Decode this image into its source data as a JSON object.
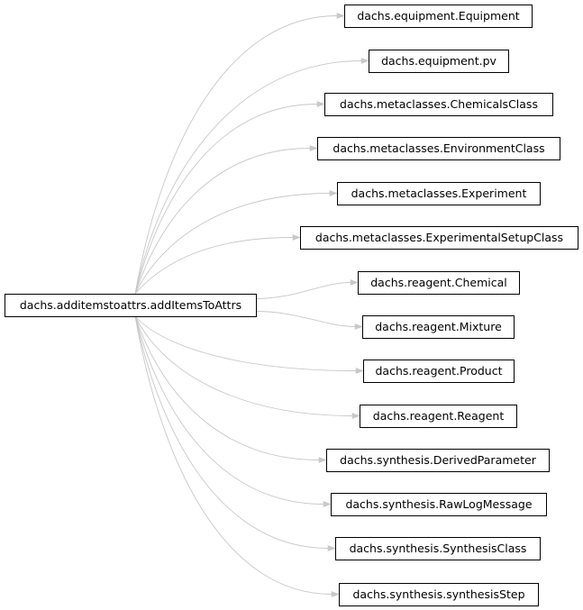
{
  "diagram": {
    "type": "inheritance-graph",
    "source": {
      "id": "source",
      "label": "dachs.additemstoattrs.addItemsToAttrs"
    },
    "targets": [
      {
        "id": "t0",
        "label": "dachs.equipment.Equipment"
      },
      {
        "id": "t1",
        "label": "dachs.equipment.pv"
      },
      {
        "id": "t2",
        "label": "dachs.metaclasses.ChemicalsClass"
      },
      {
        "id": "t3",
        "label": "dachs.metaclasses.EnvironmentClass"
      },
      {
        "id": "t4",
        "label": "dachs.metaclasses.Experiment"
      },
      {
        "id": "t5",
        "label": "dachs.metaclasses.ExperimentalSetupClass"
      },
      {
        "id": "t6",
        "label": "dachs.reagent.Chemical"
      },
      {
        "id": "t7",
        "label": "dachs.reagent.Mixture"
      },
      {
        "id": "t8",
        "label": "dachs.reagent.Product"
      },
      {
        "id": "t9",
        "label": "dachs.reagent.Reagent"
      },
      {
        "id": "t10",
        "label": "dachs.synthesis.DerivedParameter"
      },
      {
        "id": "t11",
        "label": "dachs.synthesis.RawLogMessage"
      },
      {
        "id": "t12",
        "label": "dachs.synthesis.SynthesisClass"
      },
      {
        "id": "t13",
        "label": "dachs.synthesis.synthesisStep"
      }
    ],
    "colors": {
      "edge": "#c8c8c8",
      "node_border": "#000000",
      "node_fill": "#ffffff",
      "text": "#000000"
    }
  }
}
